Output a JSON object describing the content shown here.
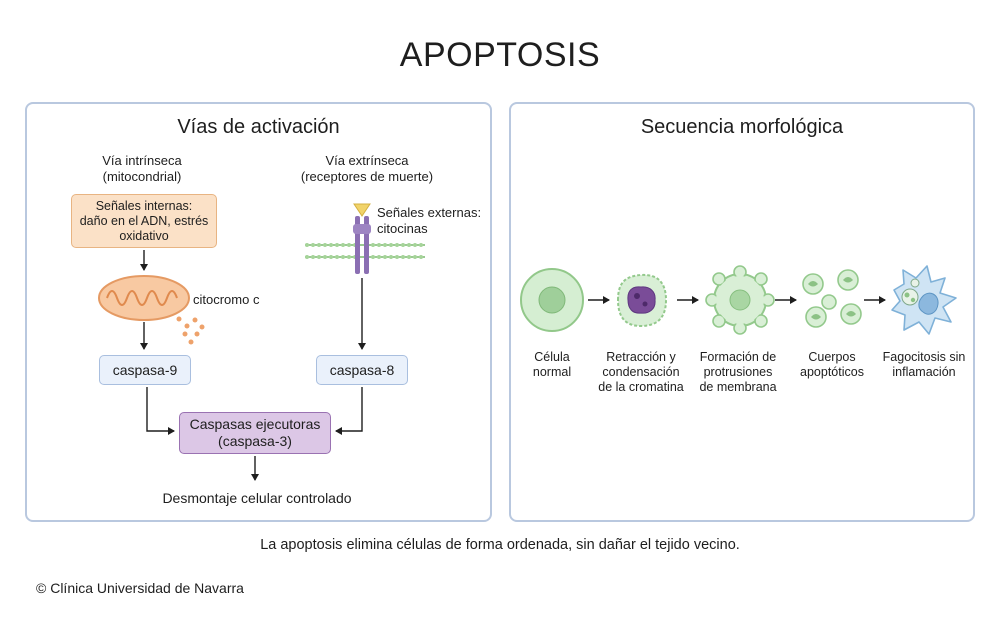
{
  "title": "APOPTOSIS",
  "left_panel": {
    "title": "Vías de activación",
    "intrinsic_heading": [
      "Vía intrínseca",
      "(mitocondrial)"
    ],
    "extrinsic_heading": [
      "Vía extrínseca",
      "(receptores de muerte)"
    ],
    "internal_signals": [
      "Señales internas:",
      "daño en el ADN, estrés",
      "oxidativo"
    ],
    "external_signals": [
      "Señales externas:",
      "citocinas"
    ],
    "cytochrome_label": "citocromo c",
    "caspase9": "caspasa-9",
    "caspase8": "caspasa-8",
    "executioner": [
      "Caspasas ejecutoras",
      "(caspasa-3)"
    ],
    "result": "Desmontaje celular controlado"
  },
  "right_panel": {
    "title": "Secuencia morfológica",
    "stages": [
      {
        "name": "normal-cell",
        "label": [
          "Célula",
          "normal"
        ]
      },
      {
        "name": "chromatin-condensation",
        "label": [
          "Retracción y",
          "condensación",
          "de la cromatina"
        ]
      },
      {
        "name": "membrane-blebbing",
        "label": [
          "Formación de",
          "protrusiones",
          "de membrana"
        ]
      },
      {
        "name": "apoptotic-bodies",
        "label": [
          "Cuerpos",
          "apoptóticos"
        ]
      },
      {
        "name": "phagocytosis",
        "label": [
          "Fagocitosis sin",
          "inflamación"
        ]
      }
    ]
  },
  "caption": "La apoptosis elimina células de forma ordenada, sin dañar el tejido vecino.",
  "copyright": "© Clínica Universidad de Navarra",
  "colors": {
    "panel_border": "#b9c8df",
    "signal_fill": "#fbe1c7",
    "caspase_fill": "#eaf1fb",
    "executioner_fill": "#dcc7e6",
    "mitochondrion": "#f6b98a",
    "receptor": "#8b6fb3",
    "cell_green": "#cfe9cf",
    "macrophage_blue": "#c7dff1"
  }
}
